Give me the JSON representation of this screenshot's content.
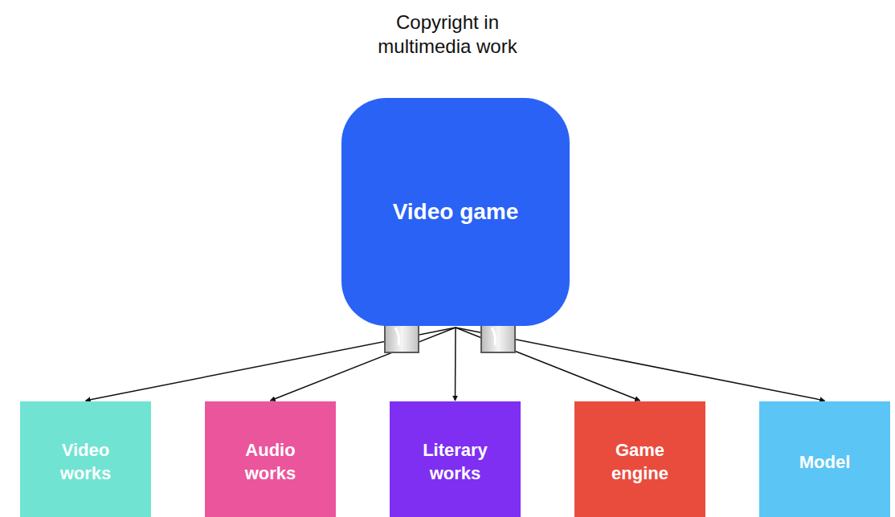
{
  "diagram": {
    "title": "Copyright in multimedia work",
    "nodes": [
      {
        "text": [
          "Video game"
        ]
      },
      {
        "text": [
          "Video works"
        ]
      },
      {
        "text": [
          "Audio works"
        ]
      },
      {
        "text": [
          "Literary works"
        ]
      },
      {
        "text": [
          "Game engine"
        ]
      },
      {
        "text": [
          "Model"
        ]
      }
    ],
    "edges": [
      {
        "from": 0,
        "to": 1,
        "arrow": "to"
      },
      {
        "from": 0,
        "to": 2,
        "arrow": "to"
      },
      {
        "from": 0,
        "to": 3,
        "arrow": "to"
      },
      {
        "from": 0,
        "to": 4,
        "arrow": "to"
      },
      {
        "from": 0,
        "to": 5,
        "arrow": "to"
      }
    ]
  }
}
